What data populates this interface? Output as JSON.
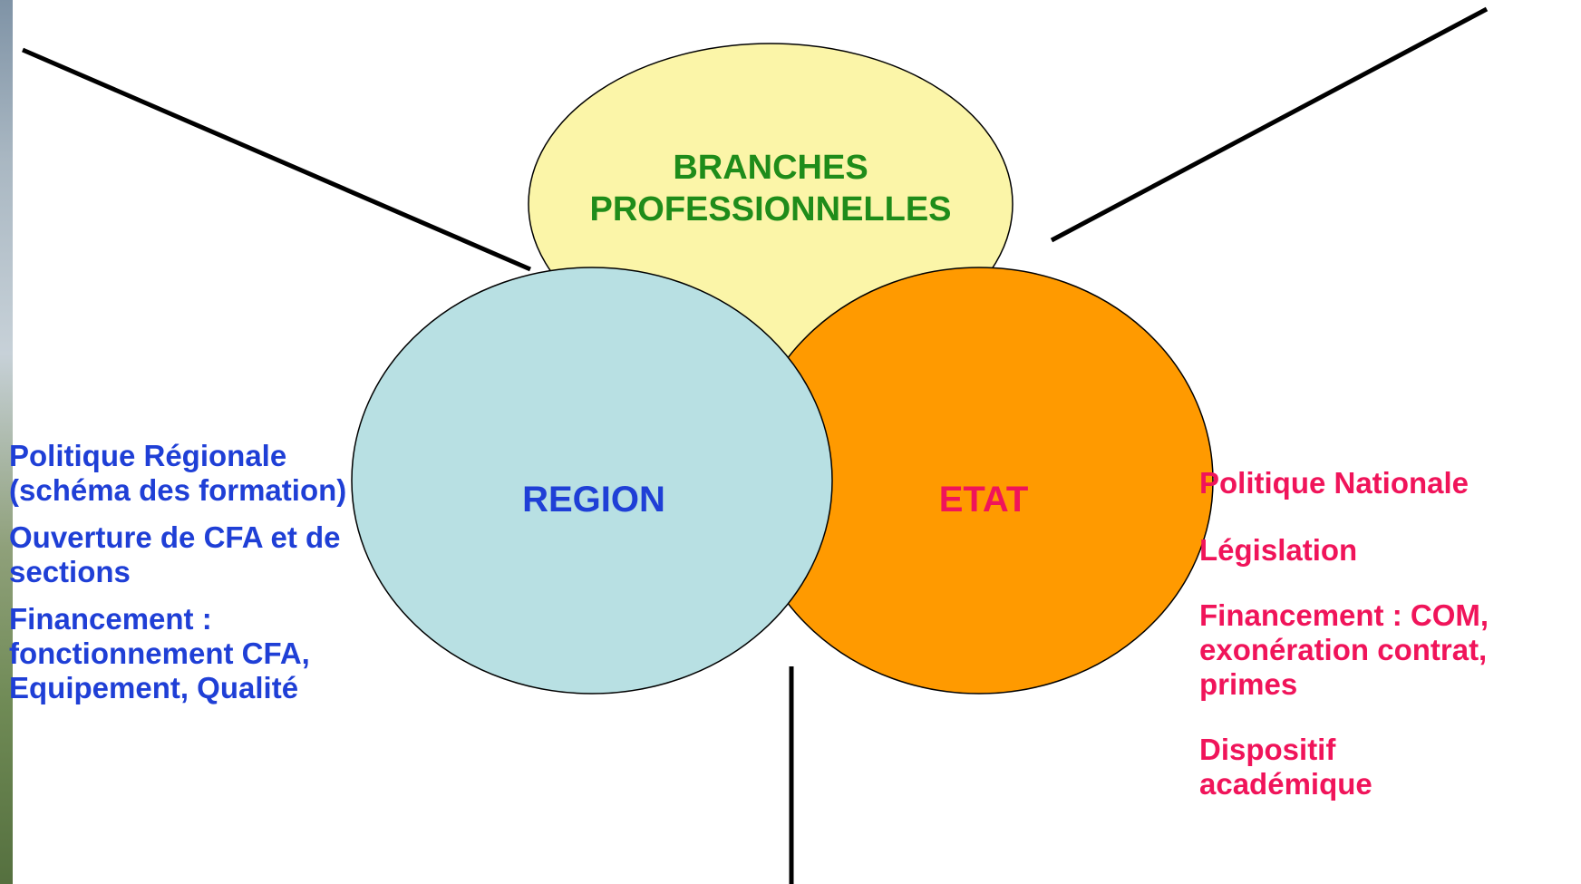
{
  "diagram": {
    "branches": {
      "label": "BRANCHES PROFESSIONNELLES",
      "fill": "#fbf5a8",
      "text_color": "#1f8c1a"
    },
    "region": {
      "label": "REGION",
      "fill": "#b8e0e3",
      "text_color": "#1f3fd6"
    },
    "etat": {
      "label": "ETAT",
      "fill": "#ff9a00",
      "text_color": "#f0145a"
    }
  },
  "region_notes": [
    "Politique Régionale (schéma des formation)",
    "Ouverture de CFA et de  sections",
    "Financement : fonctionnement CFA, Equipement, Qualité"
  ],
  "etat_notes": [
    "Politique Nationale",
    "Législation",
    "Financement : COM, exonération contrat, primes",
    "Dispositif académique"
  ]
}
